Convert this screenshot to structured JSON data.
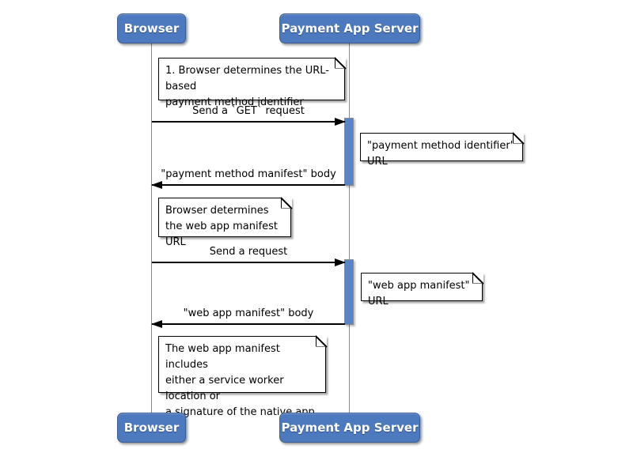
{
  "diagram": {
    "type": "sequence-diagram",
    "actors": [
      {
        "id": "browser",
        "label": "Browser"
      },
      {
        "id": "payment-app-server",
        "label": "Payment App Server"
      }
    ],
    "messages": [
      {
        "label": "Send a `GET` request",
        "from": "browser",
        "to": "payment-app-server",
        "direction": "right"
      },
      {
        "label": "\"payment method manifest\" body",
        "from": "payment-app-server",
        "to": "browser",
        "direction": "left"
      },
      {
        "label": "Send a request",
        "from": "browser",
        "to": "payment-app-server",
        "direction": "right"
      },
      {
        "label": "\"web app manifest\" body",
        "from": "payment-app-server",
        "to": "browser",
        "direction": "left"
      }
    ],
    "notes": [
      {
        "text": "1. Browser determines the URL-based\npayment method identifier",
        "position": "right of browser"
      },
      {
        "text": "\"payment method identifier\" URL",
        "position": "right of payment-app-server activation"
      },
      {
        "text": "Browser determines\nthe web app manifest URL",
        "position": "right of browser"
      },
      {
        "text": "\"web app manifest\" URL",
        "position": "right of payment-app-server activation"
      },
      {
        "text": "The web app manifest includes\neither a service worker location or\na signature of the native app.",
        "position": "right of browser"
      }
    ],
    "activations": [
      {
        "actor": "payment-app-server",
        "span": "GET request to payment method manifest body"
      },
      {
        "actor": "payment-app-server",
        "span": "request to web app manifest body"
      }
    ]
  },
  "colors": {
    "actor_fill": "#4d79be",
    "actor_border": "#3a5f94",
    "actor_text": "#ffffff",
    "activation_fill": "#5b84c8",
    "note_fill": "#ffffff",
    "note_border": "#000000",
    "message_line": "#000000",
    "lifeline": "#8a8a8a",
    "background": "#ffffff"
  }
}
